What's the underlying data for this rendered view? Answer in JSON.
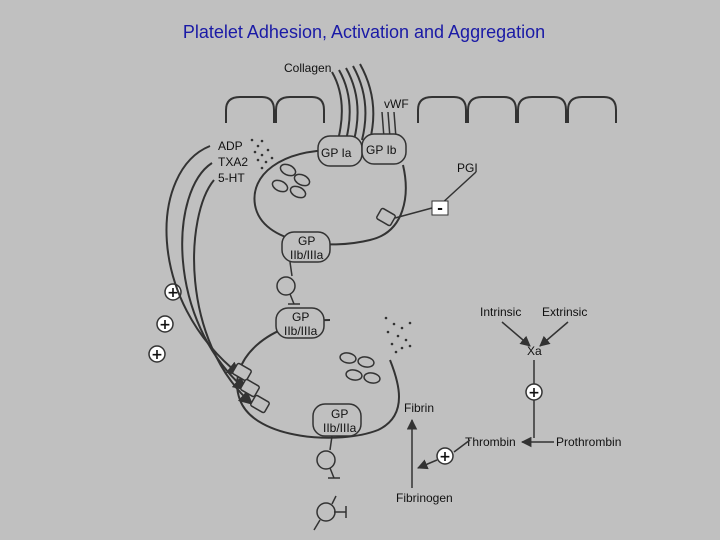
{
  "title": "Platelet Adhesion, Activation and Aggregation",
  "labels": {
    "collagen": "Collagen",
    "vwf": "vWF",
    "adp": "ADP",
    "txa2": "TXA2",
    "ht": "5-HT",
    "gp_ia": "GP Ia",
    "gp_ib": "GP Ib",
    "pgi": "PGI",
    "gp1_l1": "GP",
    "gp1_l2": "IIb/IIIa",
    "gp2_l1": "GP",
    "gp2_l2": "IIb/IIIa",
    "gp3_l1": "GP",
    "gp3_l2": "IIb/IIIa",
    "intrinsic": "Intrinsic",
    "extrinsic": "Extrinsic",
    "xa": "Xa",
    "fibrin": "Fibrin",
    "thrombin": "Thrombin",
    "prothrombin": "Prothrombin",
    "fibrinogen": "Fibrinogen"
  },
  "signs": {
    "minus": "-",
    "plus": "+"
  },
  "colors": {
    "background": "#c0c0c0",
    "title": "#1a1aa6",
    "line": "#333333"
  }
}
